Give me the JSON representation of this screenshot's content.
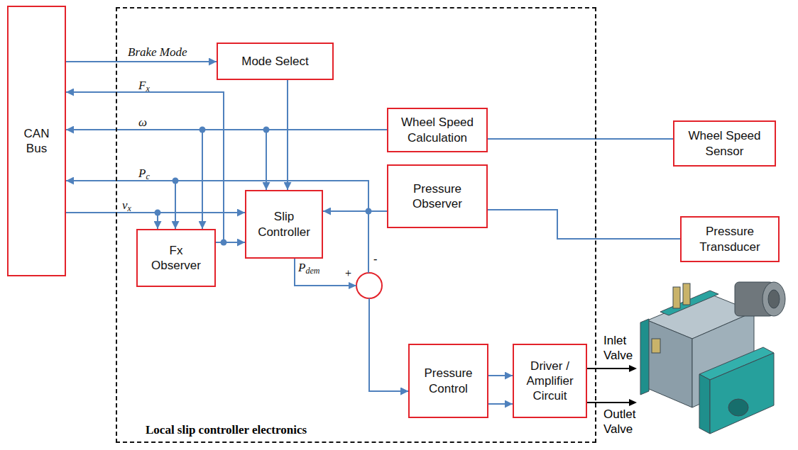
{
  "diagram": {
    "nodes": [
      {
        "text": [
          "CAN Bus"
        ]
      },
      {
        "text": [
          "Local slip controller electronics"
        ]
      },
      {
        "text": [
          "Mode Select"
        ],
        "in": 1
      },
      {
        "text": [
          "Wheel Speed Calculation"
        ],
        "in": 1
      },
      {
        "text": [
          "Pressure Observer"
        ],
        "in": 1
      },
      {
        "text": [
          "Slip Controller"
        ],
        "in": 1
      },
      {
        "text": [
          "Fx Observer"
        ],
        "in": 1
      },
      {
        "text": [
          "Pressure Control"
        ],
        "in": 1
      },
      {
        "text": [
          "Driver / Amplifier Circuit"
        ],
        "in": 1
      },
      {
        "text": [
          "Wheel Speed Sensor"
        ]
      },
      {
        "text": [
          "Pressure Transducer"
        ]
      }
    ],
    "edges": [
      {
        "from": 0,
        "to": 2,
        "arrow": "to",
        "label": "Brake Mode"
      },
      {
        "from": 6,
        "to": 0,
        "arrow": "to",
        "label": "Fx"
      },
      {
        "from": 6,
        "to": 5,
        "arrow": "to"
      },
      {
        "from": 3,
        "to": 0,
        "arrow": "to",
        "label": "ω"
      },
      {
        "from": 3,
        "to": 5,
        "arrow": "to"
      },
      {
        "from": 3,
        "to": 6,
        "arrow": "to"
      },
      {
        "from": 4,
        "to": 0,
        "arrow": "to",
        "label": "Pc"
      },
      {
        "from": 4,
        "to": 6,
        "arrow": "to"
      },
      {
        "from": 4,
        "to": 5,
        "arrow": "to"
      },
      {
        "from": 0,
        "to": 5,
        "arrow": "to",
        "label": "vx"
      },
      {
        "from": 0,
        "to": 6,
        "arrow": "to"
      },
      {
        "from": 5,
        "to": 7,
        "arrow": "to",
        "label": "Pdem"
      },
      {
        "from": 4,
        "to": 7,
        "arrow": "to"
      },
      {
        "from": 2,
        "to": 5,
        "arrow": "to"
      },
      {
        "from": 7,
        "to": 8,
        "arrow": "to"
      },
      {
        "from": 7,
        "to": 8,
        "arrow": "to"
      },
      {
        "from": 9,
        "to": 3,
        "arrow": "none"
      },
      {
        "from": 10,
        "to": 4,
        "arrow": "none"
      }
    ],
    "labels": [
      "+",
      "-",
      "Inlet Valve",
      "Outlet Valve"
    ]
  }
}
